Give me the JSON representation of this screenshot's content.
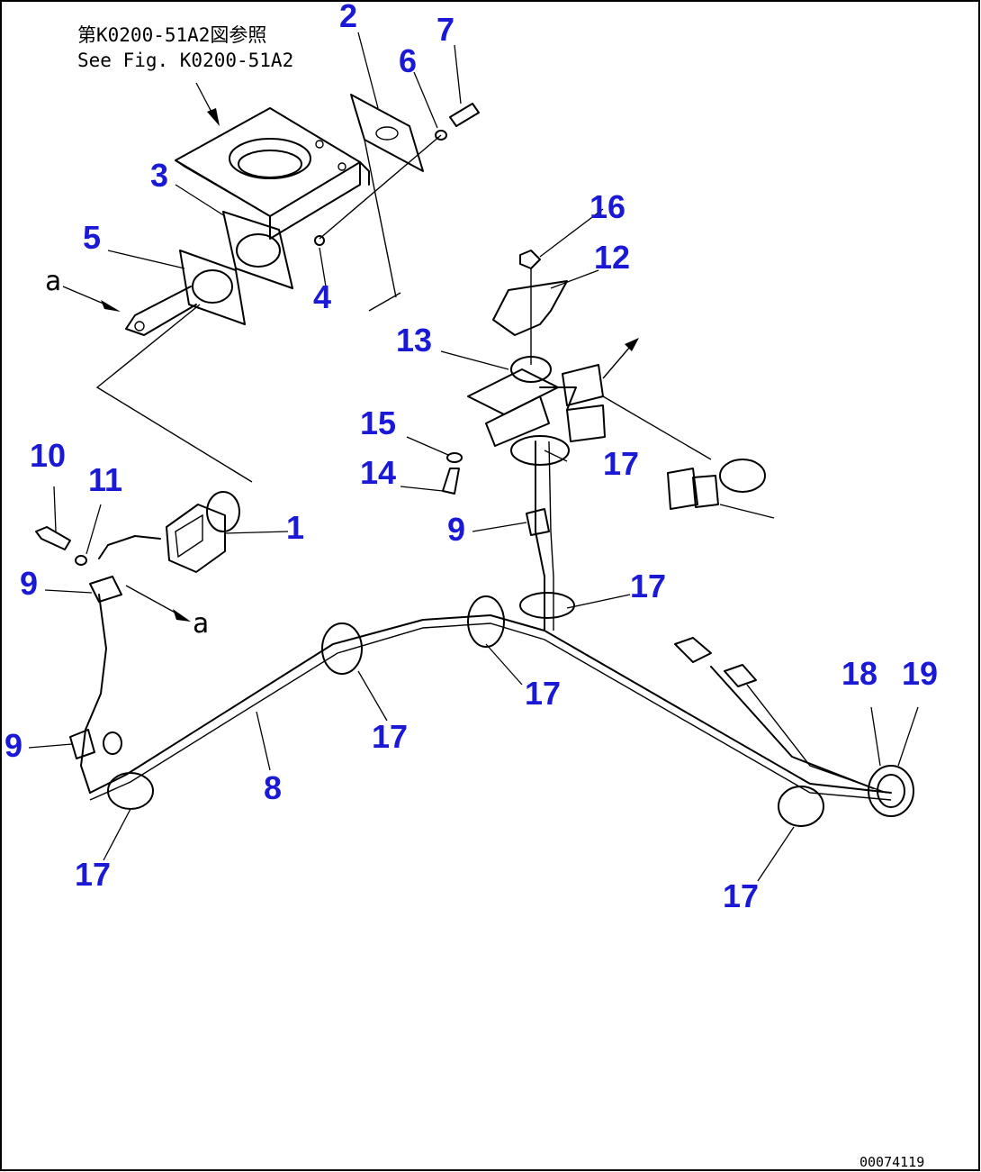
{
  "diagram": {
    "note_line_1": "第K0200-51A2図参照",
    "note_line_2": "See Fig. K0200-51A2",
    "view_letter_top": "a",
    "view_letter_bottom": "a",
    "drawing_number": "00074119",
    "callouts": {
      "c1": "1",
      "c2": "2",
      "c3": "3",
      "c4": "4",
      "c5": "5",
      "c6": "6",
      "c7": "7",
      "c8": "8",
      "c9a": "9",
      "c9b": "9",
      "c9c": "9",
      "c10": "10",
      "c11": "11",
      "c12": "12",
      "c13": "13",
      "c14": "14",
      "c15": "15",
      "c16": "16",
      "c17a": "17",
      "c17b": "17",
      "c17c": "17",
      "c17d": "17",
      "c17e": "17",
      "c17f": "17",
      "c18": "18",
      "c19": "19"
    },
    "colors": {
      "callout": "#1a1ad6",
      "line": "#000000",
      "background": "#ffffff"
    }
  }
}
